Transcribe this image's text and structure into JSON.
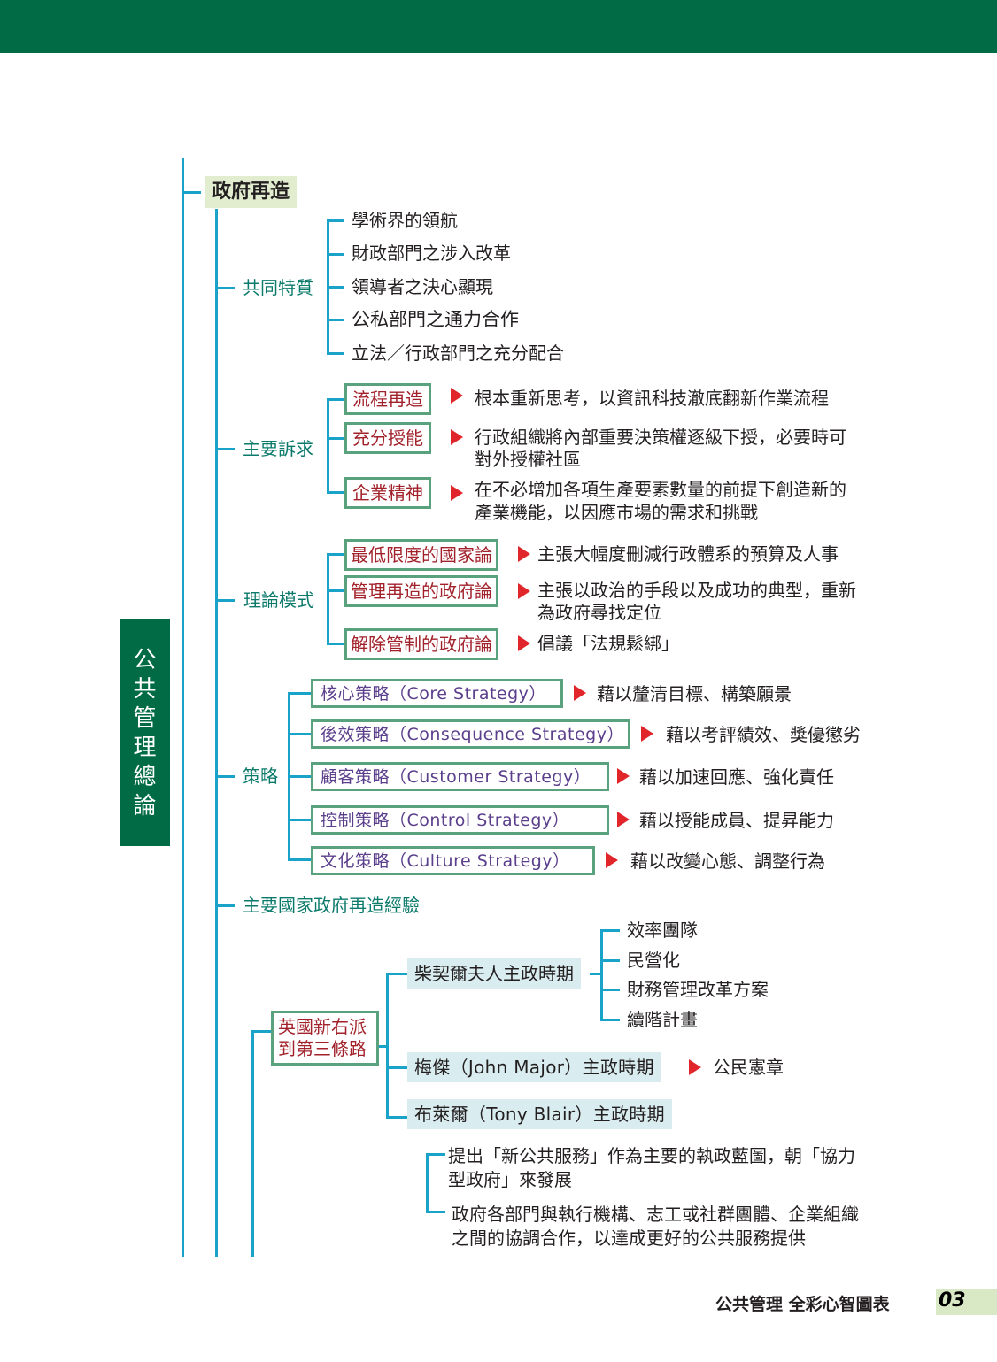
{
  "side_title": [
    "公",
    "共",
    "管",
    "理",
    "總",
    "論"
  ],
  "section_title": "政府再造",
  "common": {
    "label": "共同特質",
    "items": [
      "學術界的領航",
      "財政部門之涉入改革",
      "領導者之決心顯現",
      "公私部門之通力合作",
      "立法／行政部門之充分配合"
    ]
  },
  "appeals": {
    "label": "主要訴求",
    "items": [
      {
        "box": "流程再造",
        "lines": [
          "根本重新思考，以資訊科技澈底翻新作業流程"
        ]
      },
      {
        "box": "充分授能",
        "lines": [
          "行政組織將內部重要決策權逐級下授，必要時可",
          "對外授權社區"
        ]
      },
      {
        "box": "企業精神",
        "lines": [
          "在不必增加各項生產要素數量的前提下創造新的",
          "產業機能，以因應市場的需求和挑戰"
        ]
      }
    ]
  },
  "theories": {
    "label": "理論模式",
    "items": [
      {
        "box": "最低限度的國家論",
        "lines": [
          "主張大幅度刪減行政體系的預算及人事"
        ]
      },
      {
        "box": "管理再造的政府論",
        "lines": [
          "主張以政治的手段以及成功的典型，重新",
          "為政府尋找定位"
        ]
      },
      {
        "box": "解除管制的政府論",
        "lines": [
          "倡議「法規鬆綁」"
        ]
      }
    ]
  },
  "strategies": {
    "label": "策略",
    "items": [
      {
        "box": "核心策略（Core Strategy）",
        "text": "藉以釐清目標、構築願景"
      },
      {
        "box": "後效策略（Consequence Strategy）",
        "text": "藉以考評績效、獎優懲劣"
      },
      {
        "box": "顧客策略（Customer Strategy）",
        "text": "藉以加速回應、強化責任"
      },
      {
        "box": "控制策略（Control Strategy）",
        "text": "藉以授能成員、提昇能力"
      },
      {
        "box": "文化策略（Culture Strategy）",
        "text": "藉以改變心態、調整行為"
      }
    ]
  },
  "experience": {
    "label": "主要國家政府再造經驗",
    "uk_box": [
      "英國新右派",
      "到第三條路"
    ],
    "thatcher": {
      "label": "柴契爾夫人主政時期",
      "items": [
        "效率團隊",
        "民營化",
        "財務管理改革方案",
        "續階計畫"
      ]
    },
    "major": {
      "label": "梅傑（John Major）主政時期",
      "item": "公民憲章"
    },
    "blair": {
      "label": "布萊爾（Tony Blair）主政時期",
      "items": [
        [
          "提出「新公共服務」作為主要的執政藍圖，朝「協力",
          "型政府」來發展"
        ],
        [
          "政府各部門與執行機構、志工或社群團體、企業組織",
          "之間的協調合作，以達成更好的公共服務提供"
        ]
      ]
    }
  },
  "footer": {
    "book_title": "公共管理  全彩心智圖表",
    "page_number": "03"
  },
  "colors": {
    "brand_green": "#006b45",
    "branch_blue": "#1aa3c9",
    "arrow_red": "#e1262b",
    "label_teal": "#0b7a6b"
  }
}
